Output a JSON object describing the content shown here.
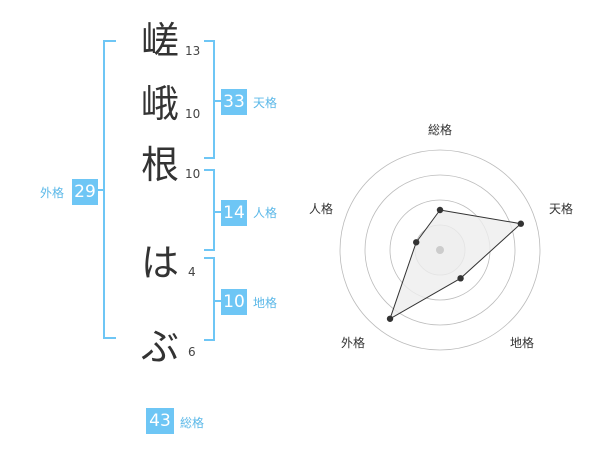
{
  "name": {
    "chars": [
      {
        "char": "嵯",
        "strokes": "13"
      },
      {
        "char": "峨",
        "strokes": "10"
      },
      {
        "char": "根",
        "strokes": "10"
      },
      {
        "char": "は",
        "strokes": "4"
      },
      {
        "char": "ぶ",
        "strokes": "6"
      }
    ]
  },
  "fortunes": {
    "tenkaku": {
      "value": "33",
      "label": "天格"
    },
    "jinkaku": {
      "value": "14",
      "label": "人格"
    },
    "chikaku": {
      "value": "10",
      "label": "地格"
    },
    "gaikaku": {
      "value": "29",
      "label": "外格"
    },
    "soukaku": {
      "value": "43",
      "label": "総格"
    }
  },
  "chart_data": {
    "type": "radar",
    "axes": [
      "総格",
      "天格",
      "地格",
      "外格",
      "人格"
    ],
    "values": [
      0.4,
      0.85,
      0.35,
      0.85,
      0.25
    ],
    "rings": 4,
    "colors": {
      "accent": "#6ec6f5",
      "fill": "#ededed",
      "line": "#333333",
      "ring": "#bbbbbb"
    }
  }
}
